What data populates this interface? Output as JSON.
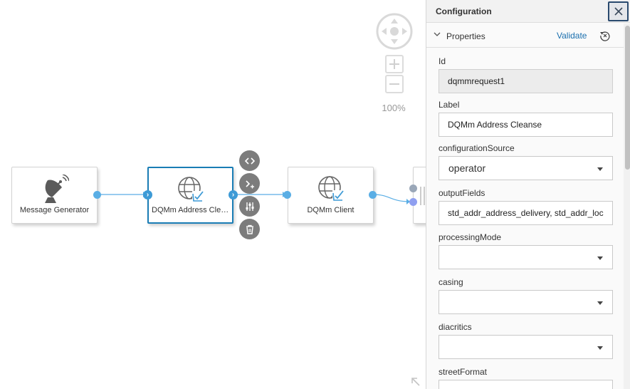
{
  "canvas": {
    "zoom_level": "100%",
    "nodes": [
      {
        "label": "Message Generator",
        "icon": "satellite-dish-icon"
      },
      {
        "label": "DQMm Address Clea...",
        "icon": "globe-check-icon",
        "selected": true
      },
      {
        "label": "DQMm Client",
        "icon": "globe-check-icon"
      }
    ],
    "node_tools": [
      "code-icon",
      "terminal-icon",
      "sliders-icon",
      "trash-icon"
    ]
  },
  "panel": {
    "title": "Configuration",
    "close_icon": "close-icon",
    "section": "Properties",
    "validate_label": "Validate",
    "fields": {
      "id_label": "Id",
      "id_value": "dqmmrequest1",
      "label_label": "Label",
      "label_value": "DQMm Address Cleanse",
      "config_source_label": "configurationSource",
      "config_source_value": "operator",
      "output_fields_label": "outputFields",
      "output_fields_value": "std_addr_address_delivery, std_addr_loc",
      "processing_mode_label": "processingMode",
      "processing_mode_value": "",
      "casing_label": "casing",
      "casing_value": "",
      "diacritics_label": "diacritics",
      "diacritics_value": "",
      "street_format_label": "streetFormat"
    }
  },
  "colors": {
    "accent": "#1a7db5",
    "port": "#5aaee5",
    "tool_button": "#7c7c7c"
  }
}
